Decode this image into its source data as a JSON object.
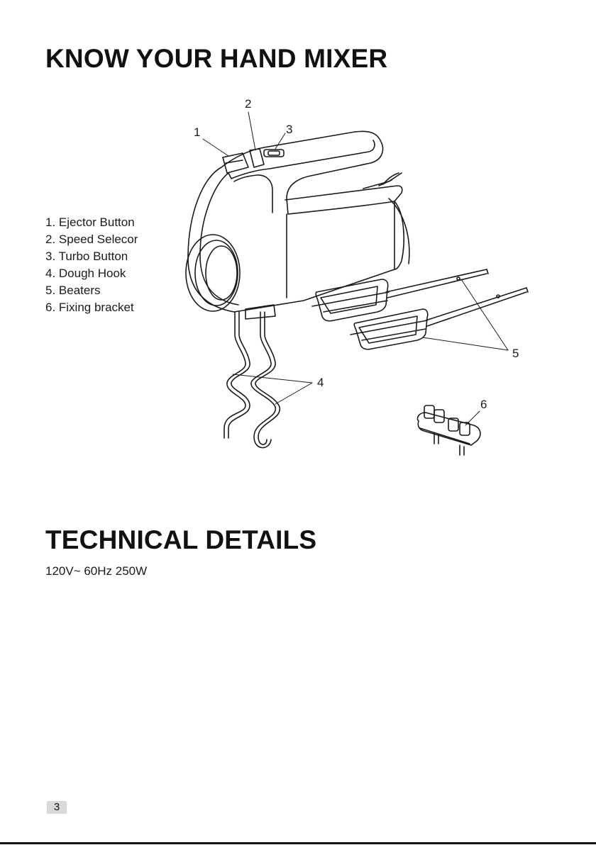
{
  "title": "KNOW YOUR HAND MIXER",
  "parts": [
    "1. Ejector Button",
    "2. Speed Selecor",
    "3. Turbo Button",
    "4. Dough Hook",
    "5. Beaters",
    "6. Fixing bracket"
  ],
  "callouts": [
    "1",
    "2",
    "3",
    "4",
    "5",
    "6"
  ],
  "tech_title": "TECHNICAL DETAILS",
  "tech_spec": "120V~ 60Hz 250W",
  "page_number": "3"
}
